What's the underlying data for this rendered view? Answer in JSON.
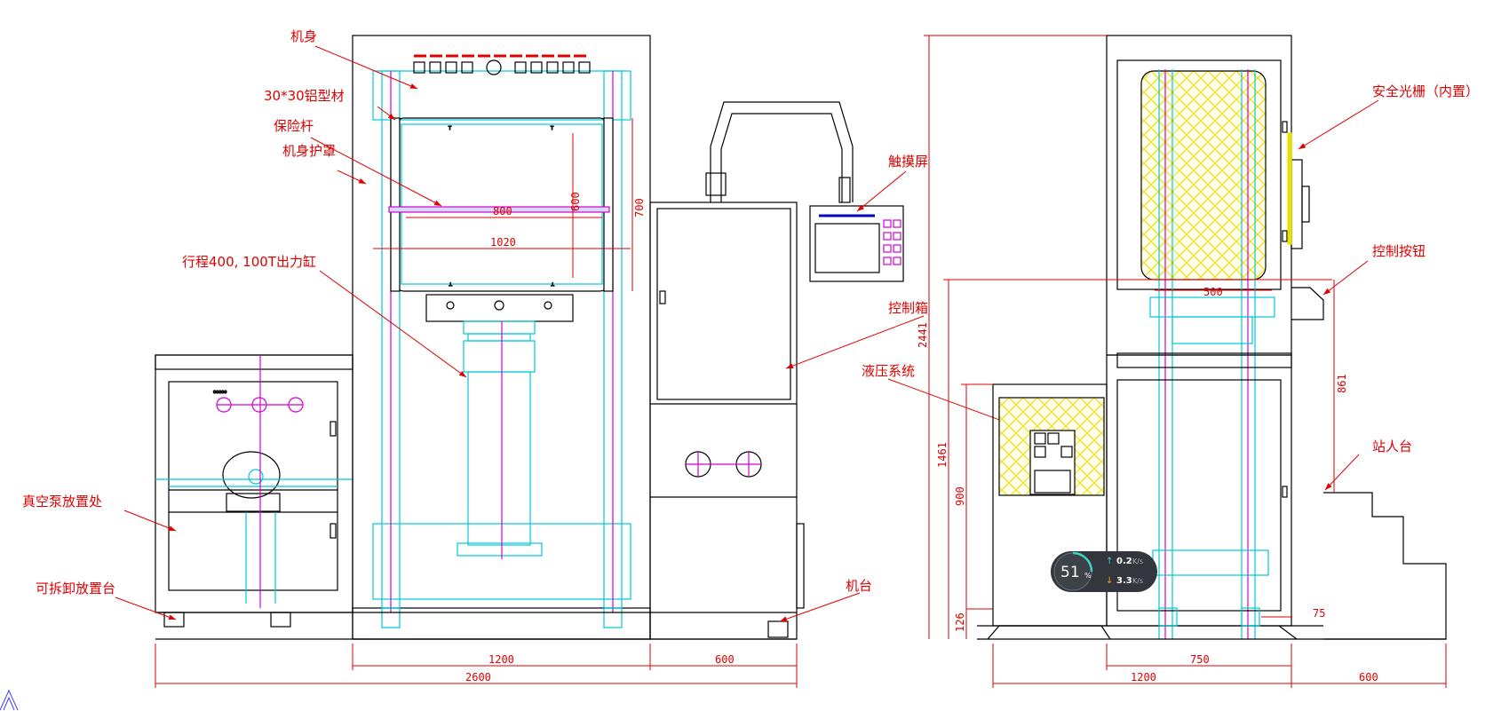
{
  "labels": {
    "body": "机身",
    "profile": "30*30铝型材",
    "safety_bar": "保险杆",
    "body_cover": "机身护罩",
    "cylinder": "行程400, 100T出力缸",
    "touch_screen": "触摸屏",
    "control_box": "控制箱",
    "hydraulic": "液压系统",
    "vacuum_pump": "真空泵放置处",
    "removable_table": "可拆卸放置台",
    "machine_base": "机台",
    "light_curtain": "安全光栅（内置）",
    "control_button": "控制按钮",
    "step_platform": "站人台"
  },
  "dimensions": {
    "front_800": "800",
    "front_600": "600",
    "front_700": "700",
    "front_1020": "1020",
    "front_1200": "1200",
    "front_600b": "600",
    "front_2600": "2600",
    "side_2441": "2441",
    "side_1461": "1461",
    "side_900": "900",
    "side_126": "126",
    "side_500": "500",
    "side_861": "861",
    "side_75": "75",
    "side_750": "750",
    "side_1200": "1200",
    "side_600": "600"
  },
  "widget": {
    "percent": "51",
    "percent_unit": "%",
    "upload": "0.2",
    "upload_unit": "K/s",
    "download": "3.3",
    "download_unit": "K/s"
  },
  "colors": {
    "outline": "#000000",
    "cyan": "#00c8d8",
    "magenta": "#d000d0",
    "red": "#e00000",
    "yellow": "#e8e000",
    "widget_bg": "#33373d"
  }
}
